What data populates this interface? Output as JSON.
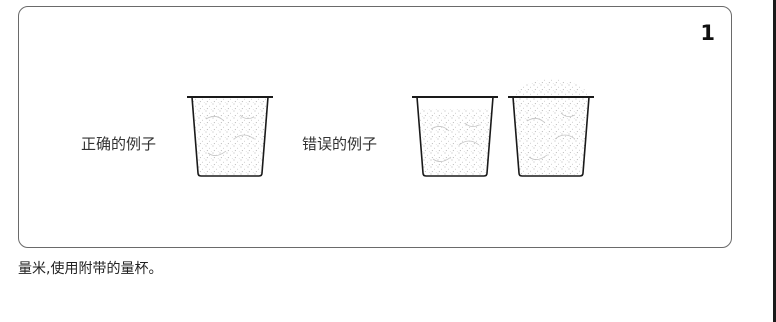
{
  "step": {
    "number": "1"
  },
  "examples": {
    "correct_label": "正确的例子",
    "wrong_label": "错误的例子"
  },
  "caption": "量米,使用附带的量杯。",
  "colors": {
    "outline": "#1a1a1a",
    "panel_border": "#6a6a6a",
    "rice_stipple": "#9a9a9a"
  }
}
